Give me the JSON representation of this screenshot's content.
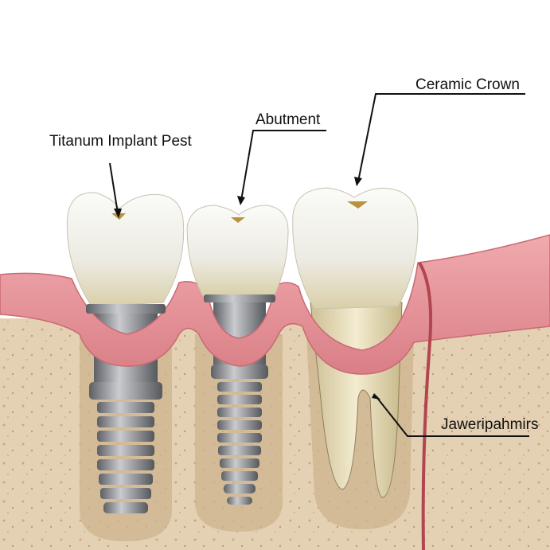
{
  "labels": {
    "titanium_implant_post": "Titanum Implant Pest",
    "abutment": "Abutment",
    "ceramic_crown": "Ceramic Crown",
    "jaw_label": "Jaweripahmirs"
  },
  "colors": {
    "gum": "#e8969a",
    "bone": "#e3cfb0",
    "crown": "#f1efe8",
    "titanium": "#8c8f94",
    "root": "#ece2bf",
    "vessel": "#b2454f",
    "leader_line": "#111111"
  }
}
